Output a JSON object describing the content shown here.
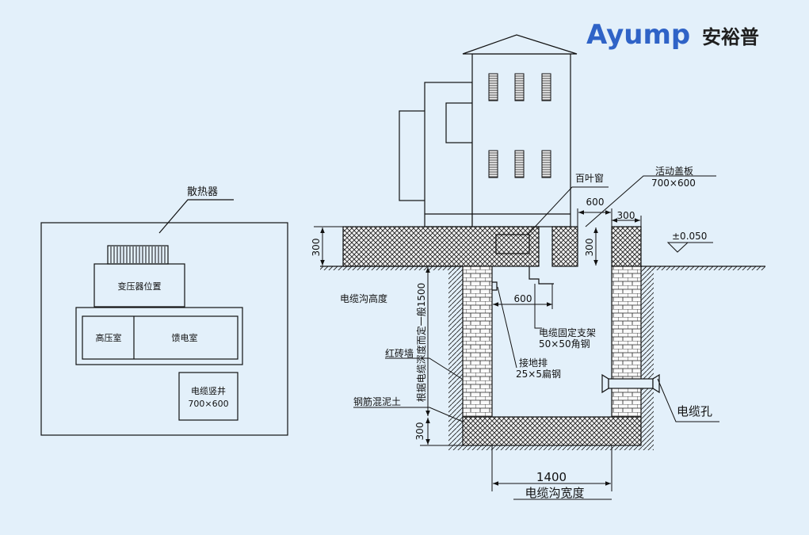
{
  "brand": {
    "latin": "Ayump",
    "chinese": "安裕普"
  },
  "colors": {
    "background": "#e3f0fa",
    "brand_blue": "#2f63c7",
    "line": "#111111"
  },
  "plan_view": {
    "radiator_label": "散热器",
    "transformer_label": "变压器位置",
    "hv_room_label": "高压室",
    "feeder_room_label": "馈电室",
    "cable_shaft_label": "电缆竖井",
    "cable_shaft_size": "700×600"
  },
  "section_view": {
    "louver_label": "百叶窗",
    "cover_label": "活动盖板",
    "cover_size": "700×600",
    "dim_600_top": "600",
    "dim_300_right": "300",
    "dim_300_left": "300",
    "dim_300_wall": "300",
    "elevation": "±0.050",
    "trench_height_label": "电缆沟高度",
    "depth_note": "根据电缆深度而定一般1500",
    "dim_600_bracket": "600",
    "bracket_label": "电缆固定支架",
    "bracket_spec": "50×50角钢",
    "ground_bar_label": "接地排",
    "ground_bar_spec": "25×5扁钢",
    "brick_wall_label": "红砖墙",
    "concrete_label": "钢筋混泥土",
    "dim_300_bottom": "300",
    "cable_hole_label": "电缆孔",
    "width_dim": "1400",
    "width_label": "电缆沟宽度"
  }
}
